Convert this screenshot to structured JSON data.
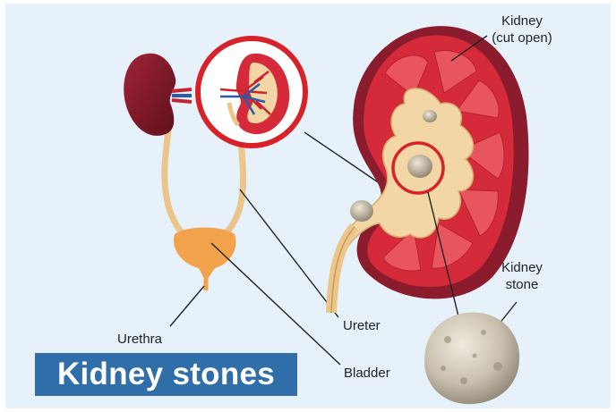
{
  "title": "Kidney stones",
  "labels": {
    "kidney_cut_open_line1": "Kidney",
    "kidney_cut_open_line2": "(cut open)",
    "kidney_stone_line1": "Kidney",
    "kidney_stone_line2": "stone",
    "ureter": "Ureter",
    "urethra": "Urethra",
    "bladder": "Bladder"
  },
  "colors": {
    "background": "#e6f1fa",
    "kidney_dark": "#8b1c2e",
    "kidney_red": "#d42a3a",
    "medulla": "#e8555f",
    "pelvis": "#f3d6a5",
    "ureter": "#ecc58a",
    "bladder": "#f1a24b",
    "highlight_ring": "#d8222a",
    "stone": "#c9bfae",
    "banner": "#2f6ea9"
  }
}
